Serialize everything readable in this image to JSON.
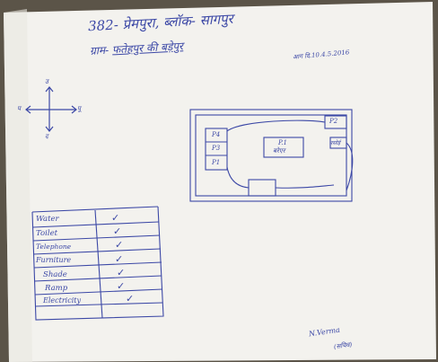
{
  "header": {
    "title": "382- प्रेमपुरा, ब्लॉक- सागपुर",
    "village_prefix": "ग्राम- ",
    "village_name": "फतेहपुर की बड़ेपुर",
    "date": "आग दि.10.4.5.2016"
  },
  "compass": {
    "north": "उ",
    "west": "प",
    "east": "पू",
    "south": "द"
  },
  "plan": {
    "rooms": [
      "P4",
      "P3",
      "P2",
      "P1"
    ],
    "center_label_1": "P.1",
    "center_label_2": "बरेएर",
    "kitchen": "रसोई"
  },
  "facilities": {
    "rows": [
      {
        "label": "Water",
        "check": "✓"
      },
      {
        "label": "Toilet",
        "check": "✓"
      },
      {
        "label": "Telephone",
        "check": "✓"
      },
      {
        "label": "Furniture",
        "check": "✓"
      },
      {
        "label": "Shade",
        "check": "✓"
      },
      {
        "label": "Ramp",
        "check": "✓"
      },
      {
        "label": "Electricity",
        "check": "✓"
      }
    ]
  },
  "signature": {
    "name": "N.Verma",
    "title": "(सचिव)"
  },
  "colors": {
    "ink": "#3c48a6",
    "paper": "#f3f2ee",
    "background": "#5b5448"
  }
}
